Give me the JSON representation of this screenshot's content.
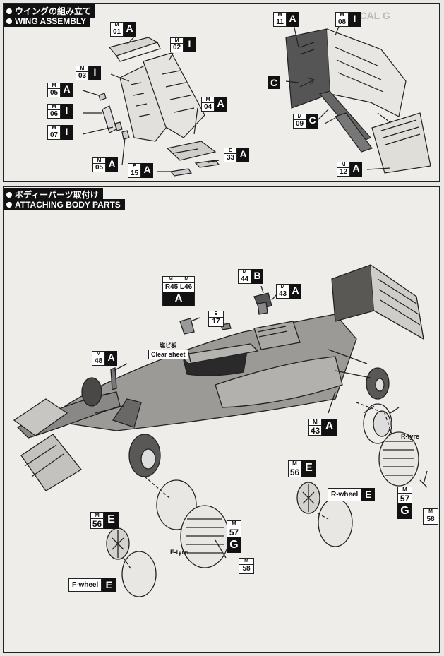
{
  "wing_assembly": {
    "heading_jp": "ウイングの組み立て",
    "heading_en": "WING ASSEMBLY",
    "labels": {
      "l01": {
        "sup": "M",
        "num": "01",
        "letter": "A"
      },
      "l02": {
        "sup": "M",
        "num": "02",
        "letter": "I"
      },
      "l03": {
        "sup": "M",
        "num": "03",
        "letter": "I"
      },
      "l05a": {
        "sup": "M",
        "num": "05",
        "letter": "A"
      },
      "l06": {
        "sup": "M",
        "num": "06",
        "letter": "I"
      },
      "l07": {
        "sup": "M",
        "num": "07",
        "letter": "I"
      },
      "l05b": {
        "sup": "M",
        "num": "05",
        "letter": "A"
      },
      "l04": {
        "sup": "M",
        "num": "04",
        "letter": "A"
      },
      "l33": {
        "sup": "E",
        "num": "33",
        "letter": "A"
      },
      "l15": {
        "sup": "E",
        "num": "15",
        "letter": "A"
      },
      "l11": {
        "sup": "M",
        "num": "11",
        "letter": "A"
      },
      "l08": {
        "sup": "M",
        "num": "08",
        "letter": "I"
      },
      "l09": {
        "sup": "M",
        "num": "09",
        "letter": "C"
      },
      "l12": {
        "sup": "M",
        "num": "12",
        "letter": "A"
      }
    },
    "callout_c1": "C",
    "background_text": "DECAL G"
  },
  "body_parts": {
    "heading_jp": "ボディーパーツ取付け",
    "heading_en": "ATTACHING BODY PARTS",
    "labels": {
      "l44": {
        "sup": "M",
        "num": "44",
        "letter": "B"
      },
      "l43a": {
        "sup": "M",
        "num": "43",
        "letter": "A"
      },
      "l48": {
        "sup": "M",
        "num": "48",
        "letter": "A"
      },
      "l43b": {
        "sup": "M",
        "num": "43",
        "letter": "A"
      },
      "l56r": {
        "sup": "M",
        "num": "56",
        "letter": "E"
      },
      "l57r": {
        "sup": "M",
        "num": "57",
        "letter": "G"
      },
      "l56f": {
        "sup": "M",
        "num": "56",
        "letter": "E"
      },
      "l57f": {
        "sup": "M",
        "num": "57",
        "letter": "G"
      }
    },
    "r45l46": {
      "sup_a": "M",
      "sup_b": "M",
      "nums": "R45 L46",
      "letter": "A"
    },
    "e17": {
      "sup": "E",
      "num": "17"
    },
    "m58r": {
      "sup": "M",
      "num": "58"
    },
    "m58f": {
      "sup": "M",
      "num": "58"
    },
    "clear_sheet_jp": "塩ビ板",
    "clear_sheet_en": "Clear sheet",
    "r_tyre": "R-tyre",
    "f_tyre": "F-tyre",
    "r_wheel": "R-wheel",
    "f_wheel": "F-wheel",
    "r_wheel_letter": "E",
    "f_wheel_letter": "E"
  }
}
